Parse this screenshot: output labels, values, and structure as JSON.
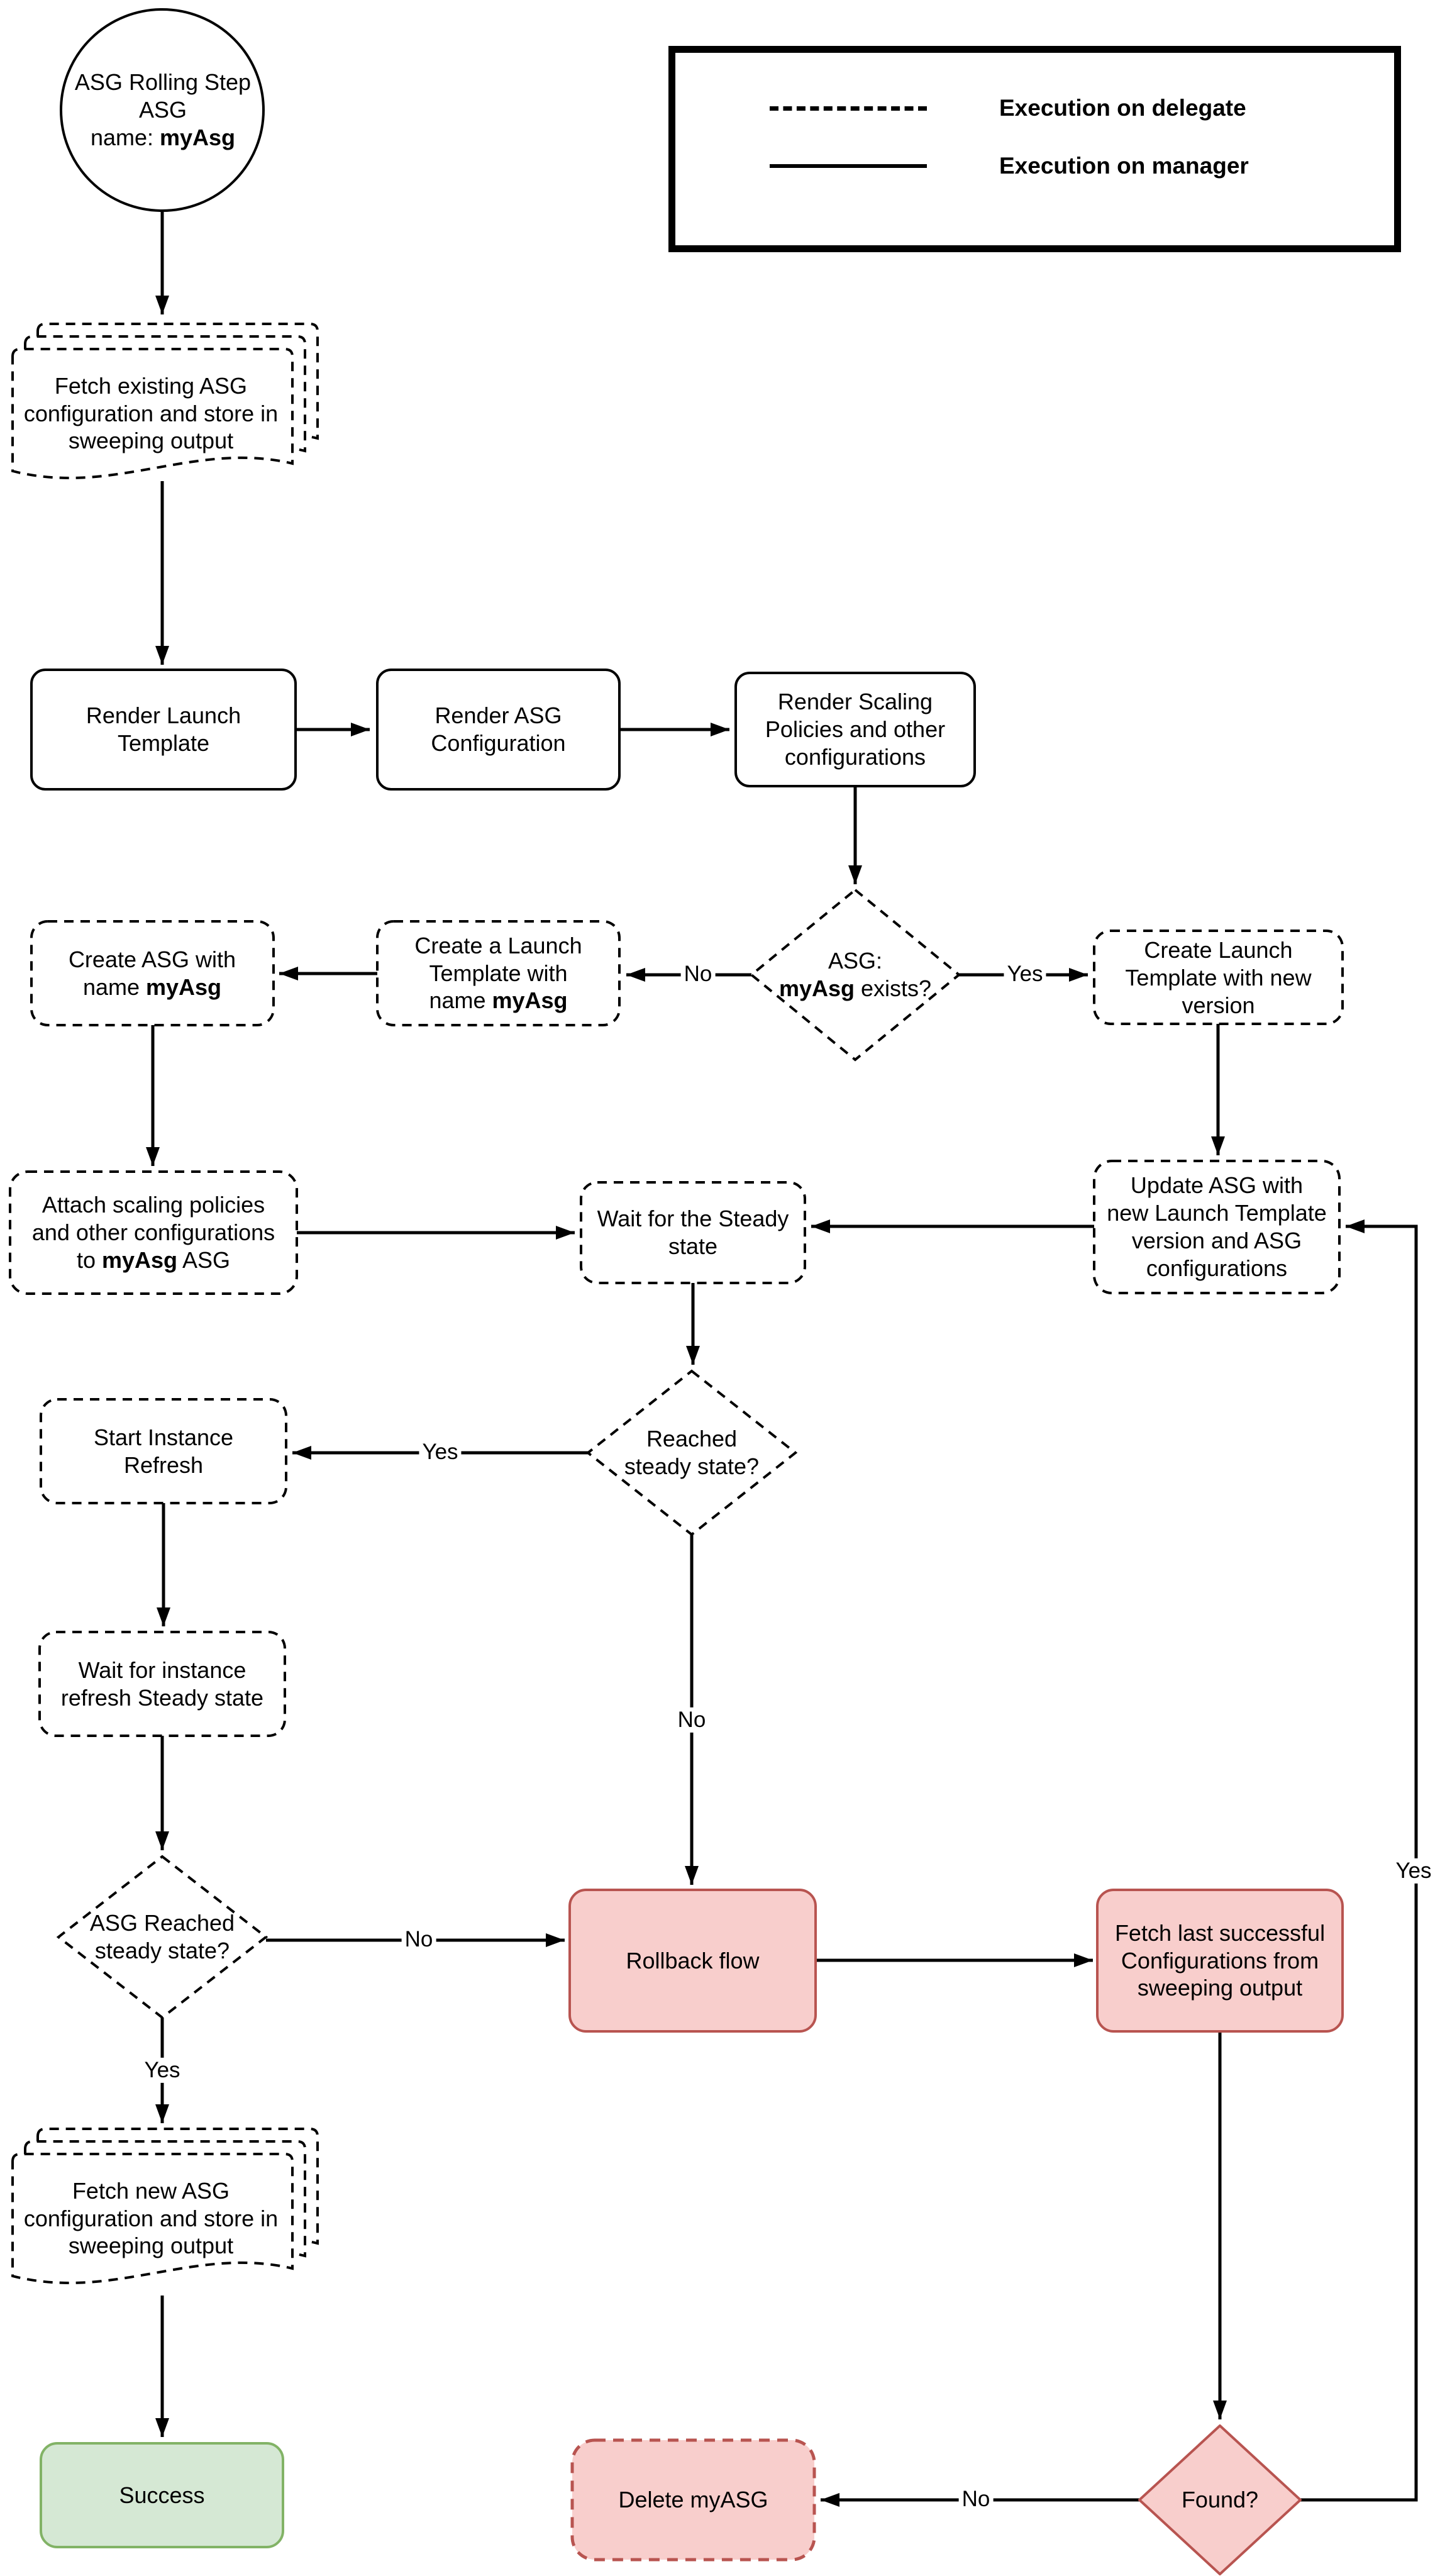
{
  "legend": {
    "items": [
      {
        "style": "dashed",
        "label": "Execution on delegate"
      },
      {
        "style": "solid",
        "label": "Execution on manager"
      }
    ]
  },
  "nodes": {
    "start": {
      "line1": "ASG Rolling Step",
      "line2": "ASG",
      "line3_pre": "name: ",
      "line3_bold": "myAsg"
    },
    "fetch_existing": {
      "label": "Fetch existing ASG configuration and store in sweeping output"
    },
    "render_launch_template": {
      "label": "Render Launch Template"
    },
    "render_asg_configuration": {
      "label": "Render ASG Configuration"
    },
    "render_scaling_policies": {
      "label": "Render Scaling Policies and other configurations"
    },
    "asg_exists": {
      "line1": "ASG:",
      "bold": "myAsg",
      "post": " exists?"
    },
    "create_launch_template_new": {
      "label": "Create Launch Template with new version"
    },
    "create_launch_template_named": {
      "pre": "Create a Launch Template with name ",
      "bold": "myAsg"
    },
    "create_asg": {
      "pre": "Create ASG with name ",
      "bold": "myAsg"
    },
    "attach_scaling": {
      "pre": "Attach scaling policies and other configurations to ",
      "bold": "myAsg",
      "post": " ASG"
    },
    "wait_steady": {
      "label": "Wait for the Steady state"
    },
    "update_asg": {
      "label": "Update ASG with new Launch Template version and ASG configurations"
    },
    "reached_steady": {
      "label": "Reached steady state?"
    },
    "start_instance_refresh": {
      "label": "Start Instance Refresh"
    },
    "wait_instance_refresh": {
      "label": "Wait for instance refresh Steady state"
    },
    "asg_reached_steady": {
      "label": "ASG Reached steady state?"
    },
    "rollback_flow": {
      "label": "Rollback flow"
    },
    "fetch_last_successful": {
      "label": "Fetch last successful Configurations from sweeping output"
    },
    "fetch_new": {
      "label": "Fetch new ASG configuration and store in sweeping output"
    },
    "success": {
      "label": "Success"
    },
    "delete_myasg": {
      "label": "Delete myASG"
    },
    "found": {
      "label": "Found?"
    }
  },
  "edge_labels": {
    "asg_exists_no": "No",
    "asg_exists_yes": "Yes",
    "reached_steady_yes": "Yes",
    "reached_steady_no": "No",
    "asg_reached_no": "No",
    "asg_reached_yes": "Yes",
    "found_no": "No",
    "found_yes": "Yes"
  },
  "colors": {
    "line": "#000000",
    "danger_fill": "#f8cecc",
    "danger_stroke": "#b85450",
    "success_fill": "#d5e8d4",
    "success_stroke": "#82b366"
  }
}
